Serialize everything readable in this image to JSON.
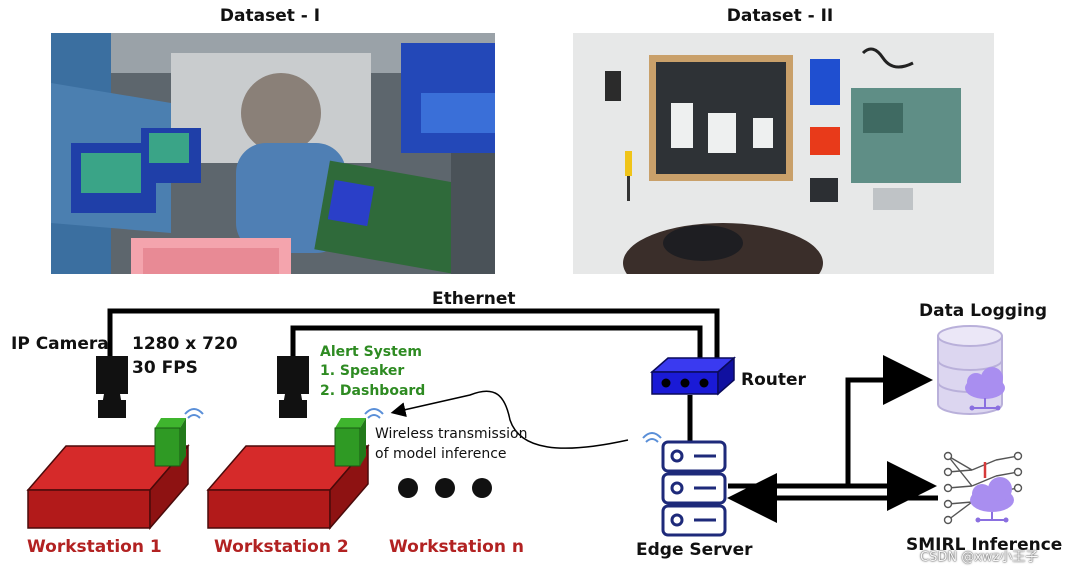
{
  "datasets": {
    "one_title": "Dataset - I",
    "two_title": "Dataset - II"
  },
  "network": {
    "ethernet": "Ethernet",
    "router": "Router",
    "edge_server": "Edge Server",
    "data_logging": "Data Logging",
    "smirl_inference": "SMIRL Inference"
  },
  "camera": {
    "label": "IP Camera",
    "resolution": "1280 x 720",
    "fps": "30 FPS"
  },
  "alert": {
    "title": "Alert System",
    "item1": "1. Speaker",
    "item2": "2. Dashboard"
  },
  "wireless": {
    "line1": "Wireless transmission",
    "line2": "of model inference"
  },
  "workstations": {
    "ws1": "Workstation 1",
    "ws2": "Workstation 2",
    "wsn": "Workstation n"
  },
  "watermark": "CSDN @xwz小王子",
  "colors": {
    "workstation_red": "#c42424",
    "device_green": "#2f9a24",
    "router_blue": "#1a1ad6",
    "server_border": "#1e2a7a",
    "cloud_purple": "#a98ef0",
    "db_lavender": "#dcd6f0",
    "label_red": "#b22222",
    "label_green": "#2e8b22"
  }
}
